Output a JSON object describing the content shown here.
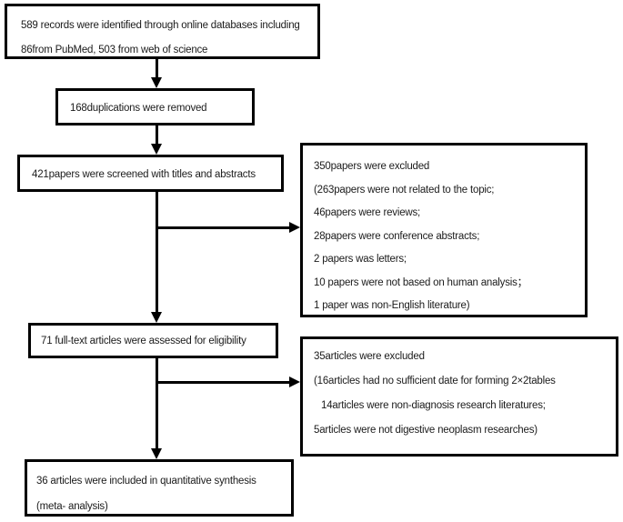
{
  "diagram_type": "flowchart",
  "boxes": [
    {
      "id": "records-identified",
      "lines": [
        "589 records were identified through online databases including",
        "86from PubMed, 503 from web of science"
      ]
    },
    {
      "id": "duplications-removed",
      "lines": [
        "168duplications were removed"
      ]
    },
    {
      "id": "papers-screened",
      "lines": [
        "421papers were screened with titles and abstracts"
      ]
    },
    {
      "id": "papers-excluded",
      "lines": [
        "350papers were excluded",
        "(263papers were not related to the topic;",
        "46papers were reviews;",
        "28papers were conference abstracts;",
        "2 papers was letters;",
        "10 papers were not based on human analysis；",
        "1 paper was non-English literature)"
      ]
    },
    {
      "id": "fulltext-assessed",
      "lines": [
        "71 full-text articles were assessed for eligibility"
      ]
    },
    {
      "id": "articles-excluded",
      "lines": [
        "35articles were excluded",
        "(16articles had no sufficient date for forming 2×2tables",
        "14articles were non-diagnosis research literatures;",
        "5articles were not digestive neoplasm researches)"
      ]
    },
    {
      "id": "included-quantitative-synthesis",
      "lines": [
        "36 articles were included in quantitative synthesis",
        "(meta- analysis)"
      ]
    }
  ],
  "arrows": [
    {
      "from": "records-identified",
      "to": "duplications-removed",
      "direction": "down"
    },
    {
      "from": "duplications-removed",
      "to": "papers-screened",
      "direction": "down"
    },
    {
      "from": "papers-screened",
      "to": "fulltext-assessed",
      "direction": "down"
    },
    {
      "from": "papers-screened",
      "to": "papers-excluded",
      "direction": "right"
    },
    {
      "from": "fulltext-assessed",
      "to": "included-quantitative-synthesis",
      "direction": "down"
    },
    {
      "from": "fulltext-assessed",
      "to": "articles-excluded",
      "direction": "right"
    }
  ],
  "colors": {
    "box_border": "#000000",
    "box_fill": "#ffffff",
    "text": "#1b1b1b",
    "arrow": "#000000",
    "background": "#ffffff"
  }
}
